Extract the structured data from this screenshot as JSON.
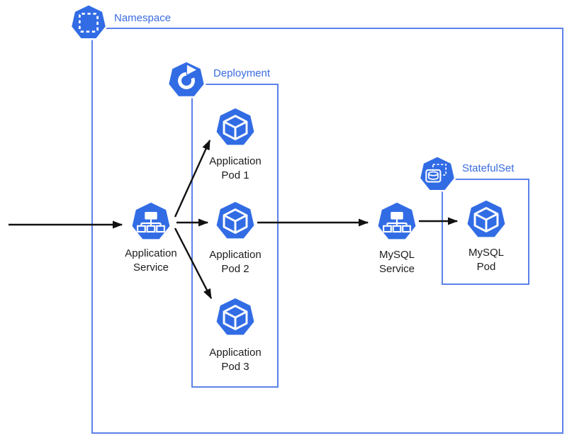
{
  "colors": {
    "kubernetes_blue": "#326CE5",
    "box_border_blue": "#5B82E8",
    "group_label_blue": "#3A6BE0",
    "node_label_black": "#1C1C1C",
    "arrow_black": "#111111",
    "background": "#FFFFFF"
  },
  "groups": {
    "namespace": {
      "label": "Namespace",
      "icon": "namespace-icon"
    },
    "deployment": {
      "label": "Deployment",
      "icon": "deployment-icon"
    },
    "statefulset": {
      "label": "StatefulSet",
      "icon": "statefulset-icon"
    }
  },
  "nodes": {
    "app_service": {
      "line1": "Application",
      "line2": "Service",
      "icon": "service-icon"
    },
    "app_pod_1": {
      "line1": "Application",
      "line2": "Pod 1",
      "icon": "pod-icon"
    },
    "app_pod_2": {
      "line1": "Application",
      "line2": "Pod 2",
      "icon": "pod-icon"
    },
    "app_pod_3": {
      "line1": "Application",
      "line2": "Pod 3",
      "icon": "pod-icon"
    },
    "mysql_service": {
      "line1": "MySQL",
      "line2": "Service",
      "icon": "service-icon"
    },
    "mysql_pod": {
      "line1": "MySQL",
      "line2": "Pod",
      "icon": "pod-icon"
    }
  },
  "edges": [
    {
      "from": "external",
      "to": "app_service"
    },
    {
      "from": "app_service",
      "to": "app_pod_1"
    },
    {
      "from": "app_service",
      "to": "app_pod_2"
    },
    {
      "from": "app_service",
      "to": "app_pod_3"
    },
    {
      "from": "app_pod_2",
      "to": "mysql_service"
    },
    {
      "from": "mysql_service",
      "to": "mysql_pod"
    }
  ]
}
